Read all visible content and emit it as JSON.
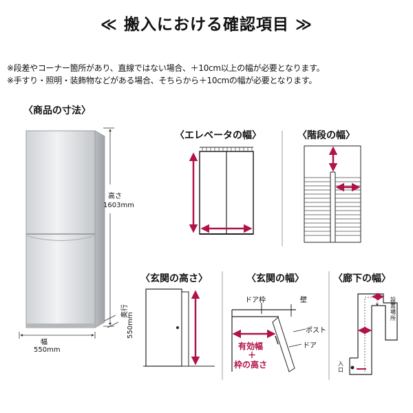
{
  "title": "≪ 搬入における確認項目 ≫",
  "notes": [
    "※段差やコーナー箇所があり、直線ではない場合、＋10cm以上の幅が必要となります。",
    "※手すり・照明・装飾物などがある場合、そちらから＋10cmの幅が必要となります。"
  ],
  "product": {
    "heading": "〈商品の寸法〉",
    "height_label": "高さ",
    "height_value": "1603mm",
    "depth_label": "奥行",
    "depth_value": "550mm",
    "width_label": "幅",
    "width_value": "550mm"
  },
  "elevator": {
    "heading": "〈エレベータの幅〉"
  },
  "stairs": {
    "heading": "〈階段の幅〉"
  },
  "entrance_height": {
    "heading": "〈玄関の高さ〉"
  },
  "entrance_width": {
    "heading": "〈玄関の幅〉",
    "door_frame": "ドア枠",
    "wall": "壁",
    "post": "ポスト",
    "door": "ドア",
    "effective_width": "有効幅",
    "plus": "＋",
    "frame_height": "枠の高さ"
  },
  "hallway": {
    "heading": "〈廊下の幅〉",
    "install_place": "設置場所",
    "entrance": "入口"
  },
  "colors": {
    "accent": "#b2124a",
    "line": "#222222"
  }
}
